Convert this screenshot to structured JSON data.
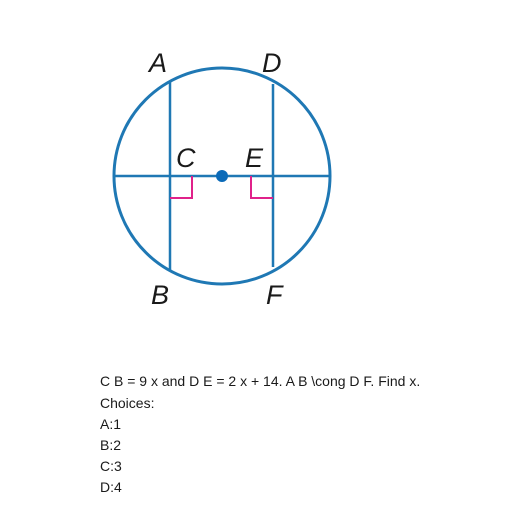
{
  "figure": {
    "points": {
      "A": "A",
      "B": "B",
      "C": "C",
      "D": "D",
      "E": "E",
      "F": "F"
    },
    "colors": {
      "circle": "#1f78b4",
      "chords": "#1f78b4",
      "center": "#0a6ab8",
      "right_angle_marks": "#e0218a",
      "labels": "#1a1a1a"
    }
  },
  "problem": {
    "question": "C B = 9 x and D E = 2 x + 14. A B \\cong D F. Find x.",
    "choices_heading": "Choices:",
    "choices": [
      {
        "label": "A:1"
      },
      {
        "label": "B:2"
      },
      {
        "label": "C:3"
      },
      {
        "label": "D:4"
      }
    ]
  }
}
